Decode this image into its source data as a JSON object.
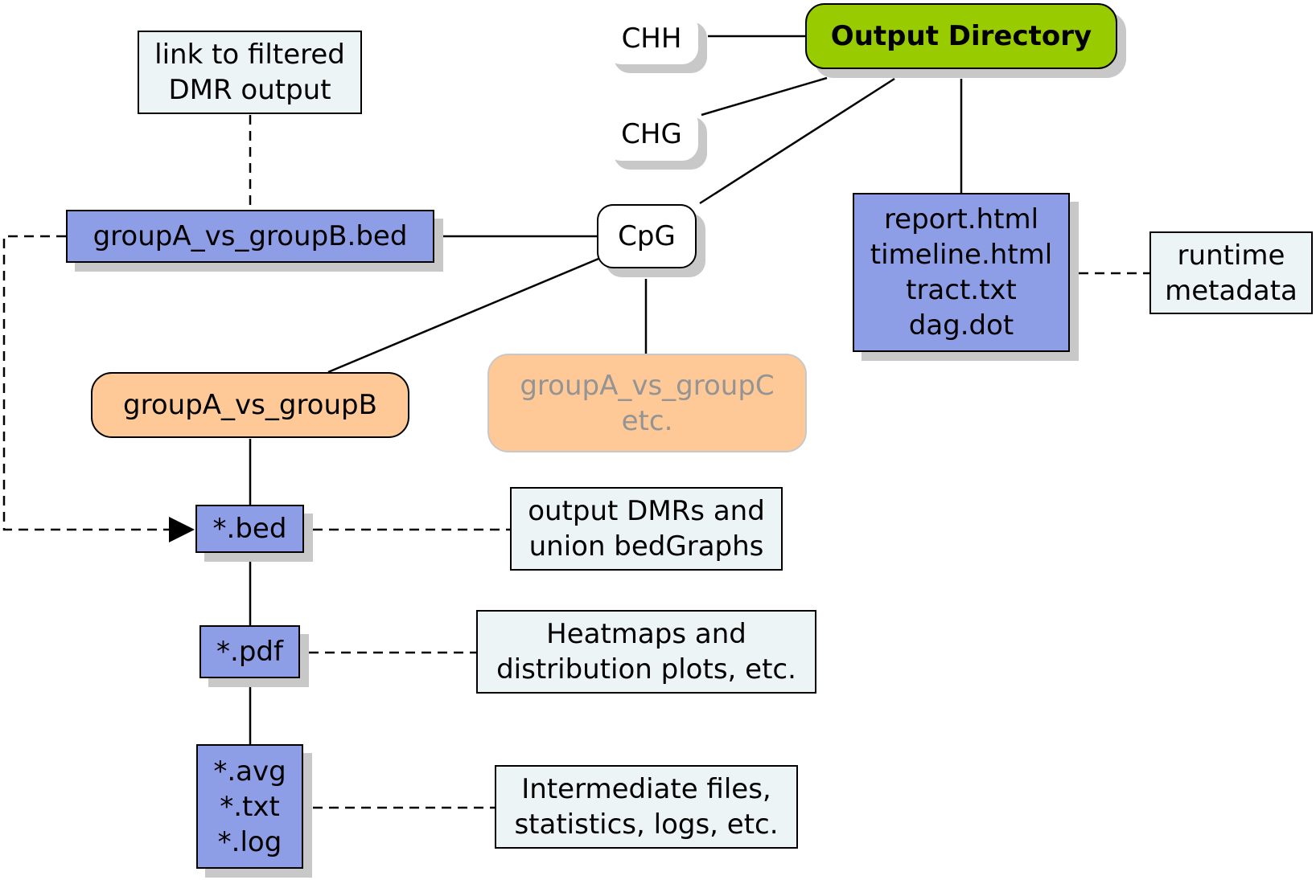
{
  "diagram": {
    "root": {
      "label": "Output Directory",
      "color": "#99cc00"
    },
    "contexts": [
      {
        "id": "chh",
        "label": "CHH"
      },
      {
        "id": "chg",
        "label": "CHG"
      },
      {
        "id": "cpg",
        "label": "CpG"
      }
    ],
    "root_files": [
      "report.html",
      "timeline.html",
      "tract.txt",
      "dag.dot"
    ],
    "root_files_note": [
      "runtime",
      "metadata"
    ],
    "filtered_bed": "groupA_vs_groupB.bed",
    "filtered_note": [
      "link to filtered",
      "DMR output"
    ],
    "comparisons": [
      {
        "label": [
          "groupA_vs_groupB"
        ],
        "faded": false
      },
      {
        "label": [
          "groupA_vs_groupC",
          "etc."
        ],
        "faded": true
      }
    ],
    "comparison_files": [
      {
        "label": [
          "*.bed"
        ],
        "note": [
          "output DMRs and",
          "union bedGraphs"
        ]
      },
      {
        "label": [
          "*.pdf"
        ],
        "note": [
          "Heatmaps and",
          "distribution plots, etc."
        ]
      },
      {
        "label": [
          "*.avg",
          "*.txt",
          "*.log"
        ],
        "note": [
          "Intermediate files,",
          "statistics, logs, etc."
        ]
      }
    ],
    "colors": {
      "file": "#8e9ee6",
      "note": "#edf4f5",
      "comparison": "#fec897",
      "shadow": "#c8c8c8",
      "faded_text": "#949494"
    }
  }
}
